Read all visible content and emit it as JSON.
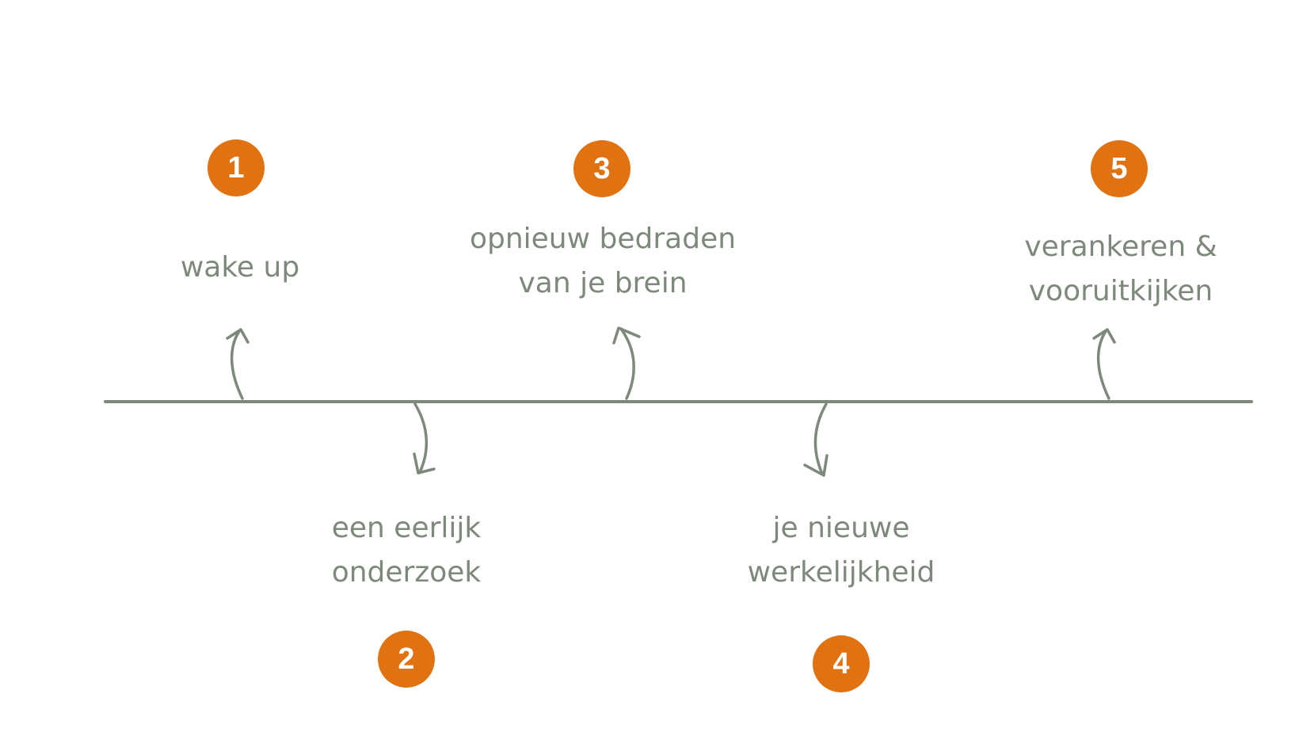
{
  "colors": {
    "accent": "#E07212",
    "line": "#7D897A",
    "text": "#7D897A",
    "badge_text": "#FFFFFF"
  },
  "steps": [
    {
      "number": "1",
      "lines": [
        "wake up"
      ],
      "position": "above"
    },
    {
      "number": "2",
      "lines": [
        "een eerlijk",
        "onderzoek"
      ],
      "position": "below"
    },
    {
      "number": "3",
      "lines": [
        "opnieuw bedraden",
        "van je brein"
      ],
      "position": "above"
    },
    {
      "number": "4",
      "lines": [
        "je nieuwe",
        "werkelijkheid"
      ],
      "position": "below"
    },
    {
      "number": "5",
      "lines": [
        "verankeren &",
        "vooruitkijken"
      ],
      "position": "above"
    }
  ]
}
